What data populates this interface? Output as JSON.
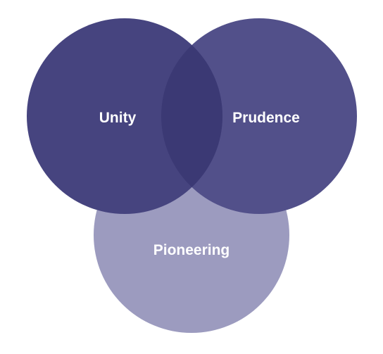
{
  "diagram": {
    "circles": [
      {
        "label": "Unity",
        "color": "#46447f"
      },
      {
        "label": "Prudence",
        "color": "#52508a"
      },
      {
        "label": "Pioneering",
        "color": "#9c9bbf"
      }
    ],
    "overlap_color": "#3b3974"
  }
}
